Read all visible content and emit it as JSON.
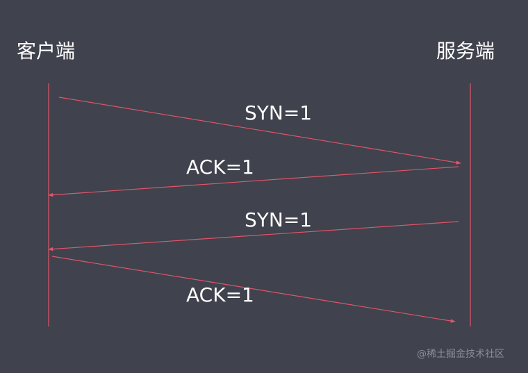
{
  "parties": {
    "client": "客户端",
    "server": "服务端"
  },
  "messages": [
    {
      "label": "SYN=1",
      "from": "client",
      "to": "server"
    },
    {
      "label": "ACK=1",
      "from": "server",
      "to": "client"
    },
    {
      "label": "SYN=1",
      "from": "server",
      "to": "client"
    },
    {
      "label": "ACK=1",
      "from": "client",
      "to": "server"
    }
  ],
  "watermark": "@稀土掘金技术社区",
  "colors": {
    "background": "#40424d",
    "line": "#e0566a",
    "text": "#ffffff"
  }
}
